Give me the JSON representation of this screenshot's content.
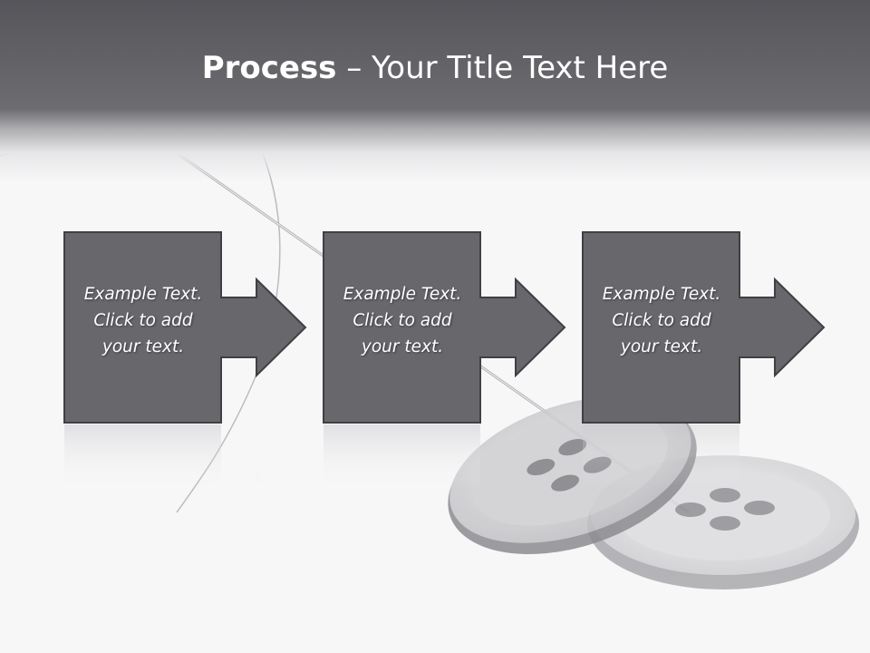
{
  "slide": {
    "title_bold": "Process",
    "title_rest": " – Your Title Text Here",
    "colors": {
      "title_band": "#626267",
      "box_fill": "#67676c",
      "box_stroke": "#3f3f44",
      "background": "#f7f7f8"
    }
  },
  "steps": [
    {
      "line1": "Example Text.",
      "line2": "Click  to add",
      "line3": "your text."
    },
    {
      "line1": "Example Text.",
      "line2": "Click  to add",
      "line3": "your text."
    },
    {
      "line1": "Example Text.",
      "line2": "Click  to add",
      "line3": "your text."
    }
  ]
}
